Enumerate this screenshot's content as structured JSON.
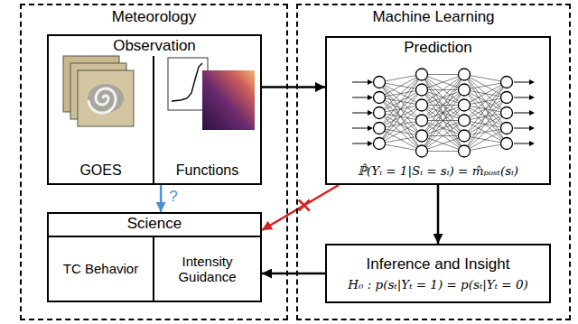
{
  "diagram": {
    "nodes": [
      {
        "text": [
          "Meteorology"
        ]
      },
      {
        "text": [
          "Observation"
        ],
        "in": 0
      },
      {
        "text": [
          "GOES"
        ],
        "in": 1
      },
      {
        "text": [
          "Functions"
        ],
        "in": 1
      },
      {
        "text": [
          "Science"
        ],
        "in": 0
      },
      {
        "text": [
          "TC Behavior"
        ],
        "in": 4
      },
      {
        "text": [
          "Intensity Guidance"
        ],
        "in": 4
      },
      {
        "text": [
          "Machine Learning"
        ]
      },
      {
        "text": [
          "Prediction",
          "ℙ̂(Yᵢ = 1|Sᵢ = sᵢ) = m̂ₚₒₛₜ(sᵢ)"
        ],
        "in": 7
      },
      {
        "text": [
          "Inference and Insight",
          "H₀ : p(sₜ|Yₜ = 1) = p(sₜ|Yₜ = 0)"
        ],
        "in": 7
      }
    ],
    "edges": [
      {
        "from": 1,
        "to": 8,
        "arrow": "to"
      },
      {
        "from": 1,
        "to": 4,
        "arrow": "to",
        "label": "?"
      },
      {
        "from": 8,
        "to": 4,
        "arrow": "to"
      },
      {
        "from": 8,
        "to": 9,
        "arrow": "to"
      },
      {
        "from": 9,
        "to": 4,
        "arrow": "to"
      }
    ]
  }
}
